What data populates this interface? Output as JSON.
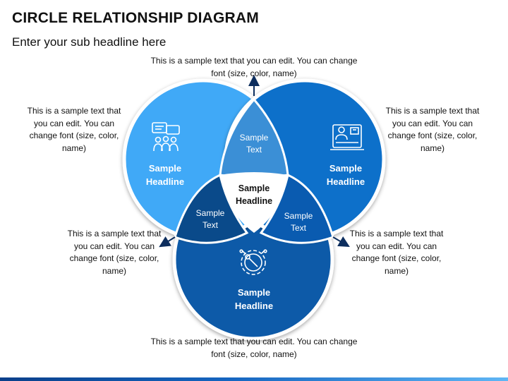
{
  "header": {
    "title": "CIRCLE RELATIONSHIP DIAGRAM",
    "subtitle": "Enter your sub headline here"
  },
  "colors": {
    "left_circle": "#41a9f7",
    "right_circle": "#0a6fca",
    "bottom_circle": "#0d5aa8",
    "top_petal": "#3b8fd6",
    "left_petal": "#0a4a8a",
    "right_petal": "#0a5bb0",
    "center": "#ffffff"
  },
  "circles": {
    "left": {
      "headline": [
        "Sample",
        "Headline"
      ],
      "icon": "people-chat-icon"
    },
    "right": {
      "headline": [
        "Sample",
        "Headline"
      ],
      "icon": "online-teaching-icon"
    },
    "bottom": {
      "headline": [
        "Sample",
        "Headline"
      ],
      "icon": "gear-wrench-icon"
    }
  },
  "petals": {
    "top": [
      "Sample",
      "Text"
    ],
    "left": [
      "Sample",
      "Text"
    ],
    "right": [
      "Sample",
      "Text"
    ]
  },
  "center": [
    "Sample",
    "Headline"
  ],
  "descriptions": {
    "top": "This is a sample text that you can edit. You can change font (size, color, name)",
    "bottom": "This is a sample text that you can edit. You can change font (size, color, name)",
    "upper_left": "This is a sample text that you can edit. You can change font (size, color, name)",
    "upper_right": "This is a sample text that you can edit. You can change font (size, color, name)",
    "lower_left": "This is a sample text that you can edit. You can change font (size, color, name)",
    "lower_right": "This is a sample text that you can edit. You can change font (size, color, name)"
  }
}
